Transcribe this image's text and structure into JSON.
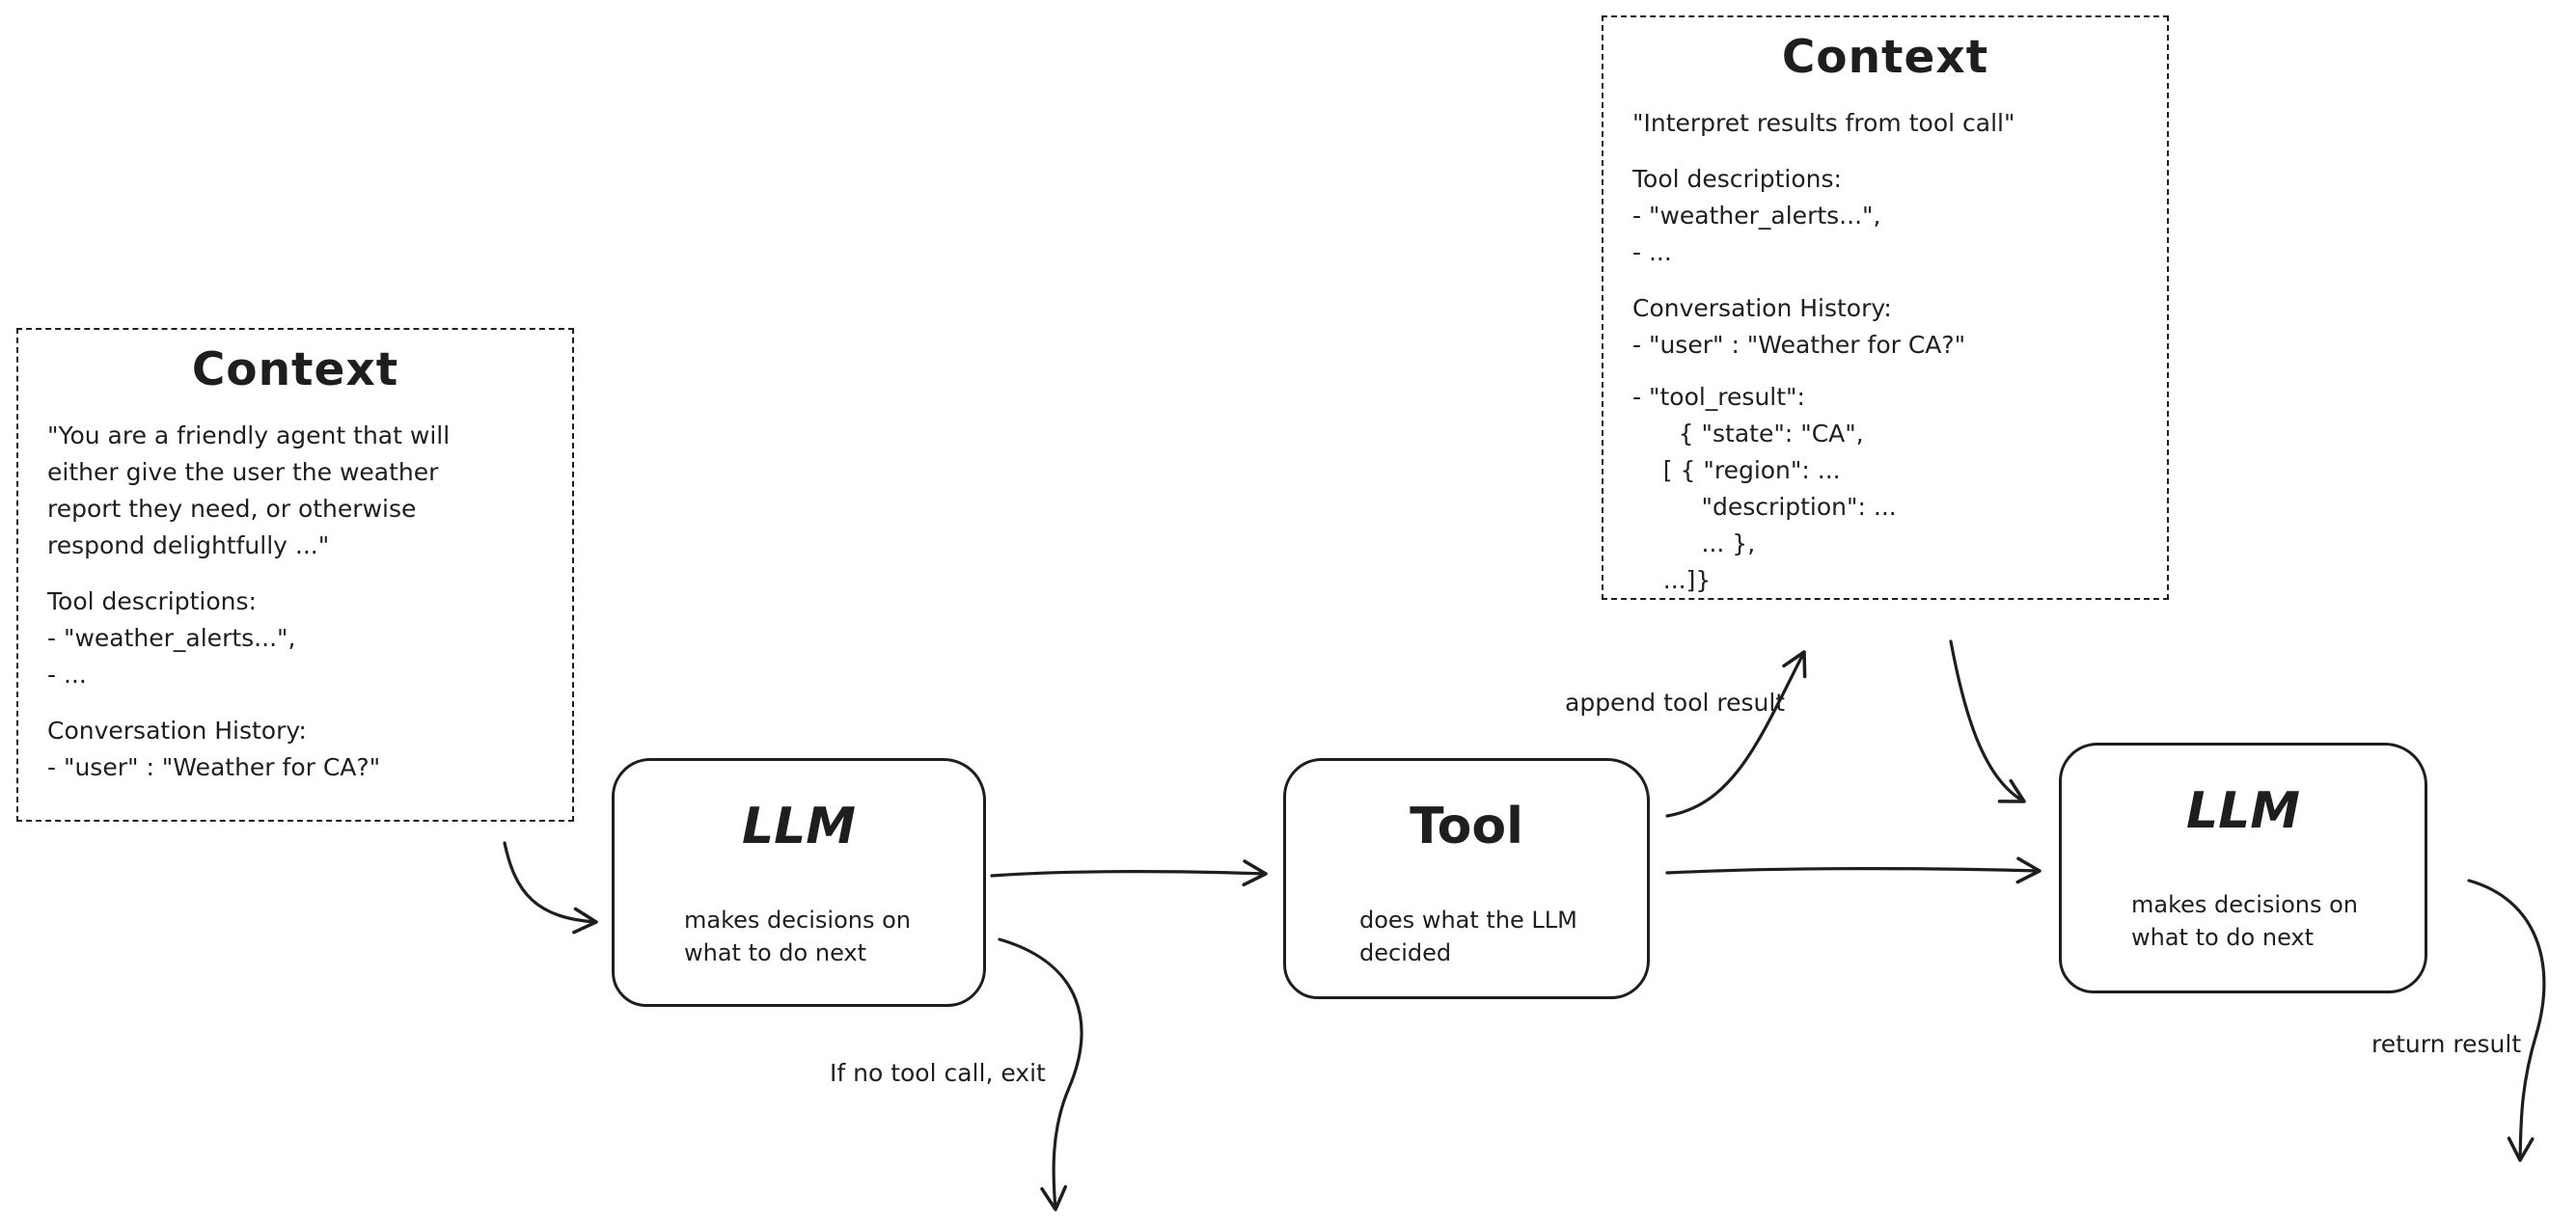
{
  "colors": {
    "ink": "#1e1e1e",
    "background": "#ffffff"
  },
  "context_left": {
    "title": "Context",
    "body_intro": "\"You are a friendly agent that will\neither give the user the weather\nreport they need, or otherwise\nrespond delightfully ...\"",
    "tool_descriptions_label": "Tool descriptions:",
    "tool_descriptions": [
      "- \"weather_alerts...\",",
      "- ..."
    ],
    "history_label": "Conversation History:",
    "history": [
      "- \"user\" : \"Weather for CA?\""
    ]
  },
  "context_top": {
    "title": "Context",
    "body_intro": "\"Interpret results from tool call\"",
    "tool_descriptions_label": "Tool descriptions:",
    "tool_descriptions": [
      "- \"weather_alerts...\",",
      "- ..."
    ],
    "history_label": "Conversation History:",
    "history": [
      "- \"user\" : \"Weather for CA?\"",
      "- \"tool_result\":",
      "      { \"state\": \"CA\",",
      "    [ { \"region\": ...",
      "         \"description\": ...",
      "         ... },",
      "    ...]}"
    ]
  },
  "nodes": {
    "llm1": {
      "title": "LLM",
      "subtitle": "makes decisions on\nwhat to do next"
    },
    "tool": {
      "title": "Tool",
      "subtitle": "does what the LLM\ndecided"
    },
    "llm2": {
      "title": "LLM",
      "subtitle": "makes decisions on\nwhat to do next"
    }
  },
  "edge_labels": {
    "append_tool_result": "append tool result",
    "if_no_tool_call_exit": "If no tool call, exit",
    "return_result": "return result"
  }
}
